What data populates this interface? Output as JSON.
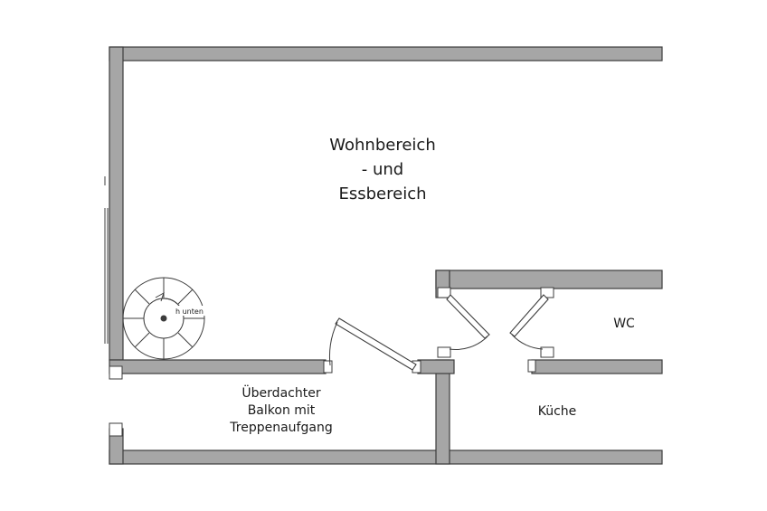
{
  "rooms": {
    "living": {
      "line1": "Wohnbereich",
      "line2": "- und",
      "line3": "Essbereich"
    },
    "balcony": {
      "line1": "Überdachter",
      "line2": "Balkon mit",
      "line3": "Treppenaufgang"
    },
    "wc": "WC",
    "kitchen": "Küche"
  },
  "stair": {
    "label": "h unten"
  },
  "colors": {
    "wall_fill": "#a6a6a6",
    "wall_stroke": "#3c3c3c",
    "text": "#1a1a1a"
  }
}
